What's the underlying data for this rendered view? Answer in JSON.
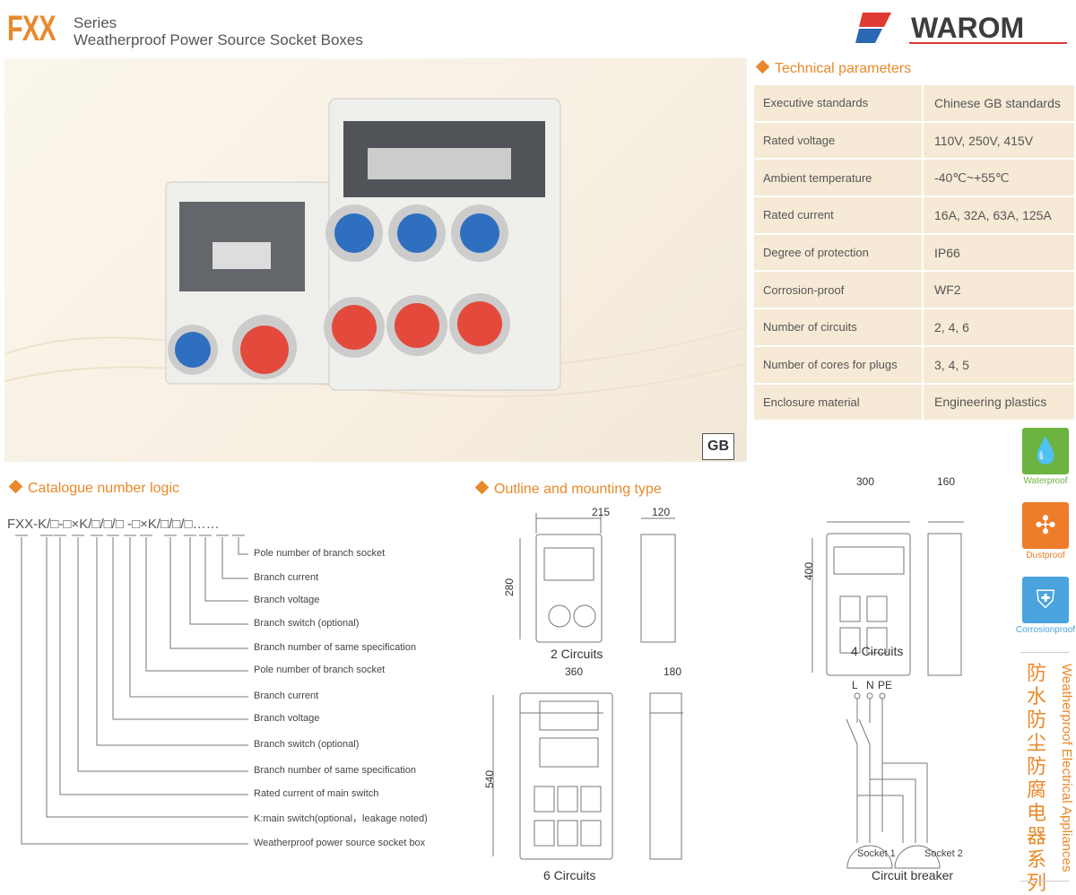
{
  "header": {
    "series_code": "FXX",
    "series_word": "Series",
    "subtitle": "Weatherproof Power Source Socket Boxes",
    "brand": "WAROM"
  },
  "photo": {
    "badge": "GB"
  },
  "technical": {
    "title": "Technical parameters",
    "rows": [
      {
        "label": "Executive standards",
        "value": "Chinese GB standards"
      },
      {
        "label": "Rated voltage",
        "value": "110V, 250V, 415V"
      },
      {
        "label": "Ambient temperature",
        "value": "-40℃~+55℃"
      },
      {
        "label": "Rated current",
        "value": "16A, 32A, 63A, 125A"
      },
      {
        "label": "Degree of protection",
        "value": "IP66"
      },
      {
        "label": "Corrosion-proof",
        "value": "WF2"
      },
      {
        "label": "Number of circuits",
        "value": "2, 4, 6"
      },
      {
        "label": "Number of cores for plugs",
        "value": "3, 4, 5"
      },
      {
        "label": "Enclosure material",
        "value": "Engineering plastics"
      }
    ]
  },
  "catalogue": {
    "title": "Catalogue number logic",
    "code": "FXX-K/□-□×K/□/□/□ -□×K/□/□/□……",
    "labels": [
      "Pole number of branch socket",
      "Branch current",
      "Branch voltage",
      "Branch switch (optional)",
      "Branch number of same specification",
      "Pole number of branch socket",
      "Branch current",
      "Branch voltage",
      "Branch switch (optional)",
      "Branch number of same specification",
      "Rated current of main switch",
      "K:main switch(optional，leakage noted)",
      "Weatherproof power source socket box"
    ]
  },
  "outline": {
    "title": "Outline and mounting type",
    "c2": {
      "width": "215",
      "depth": "120",
      "height": "280",
      "caption": "2 Circuits"
    },
    "c4": {
      "width": "300",
      "depth": "160",
      "height": "400",
      "caption": "4 Circuits"
    },
    "c6": {
      "width": "360",
      "depth": "180",
      "height": "540",
      "caption": "6 Circuits"
    },
    "breaker": {
      "L": "L",
      "N": "N",
      "PE": "PE",
      "s1": "Socket 1",
      "s2": "Socket 2",
      "caption": "Circuit breaker"
    }
  },
  "features": [
    {
      "label": "Waterproof",
      "color": "#6cb33f"
    },
    {
      "label": "Dustproof",
      "color": "#ee7d2b"
    },
    {
      "label": "Corrosionproof",
      "color": "#4aa3dc"
    }
  ],
  "side": {
    "cn": "防水防尘防腐电器系列",
    "en": "Weatherproof Electrical Appliances"
  }
}
